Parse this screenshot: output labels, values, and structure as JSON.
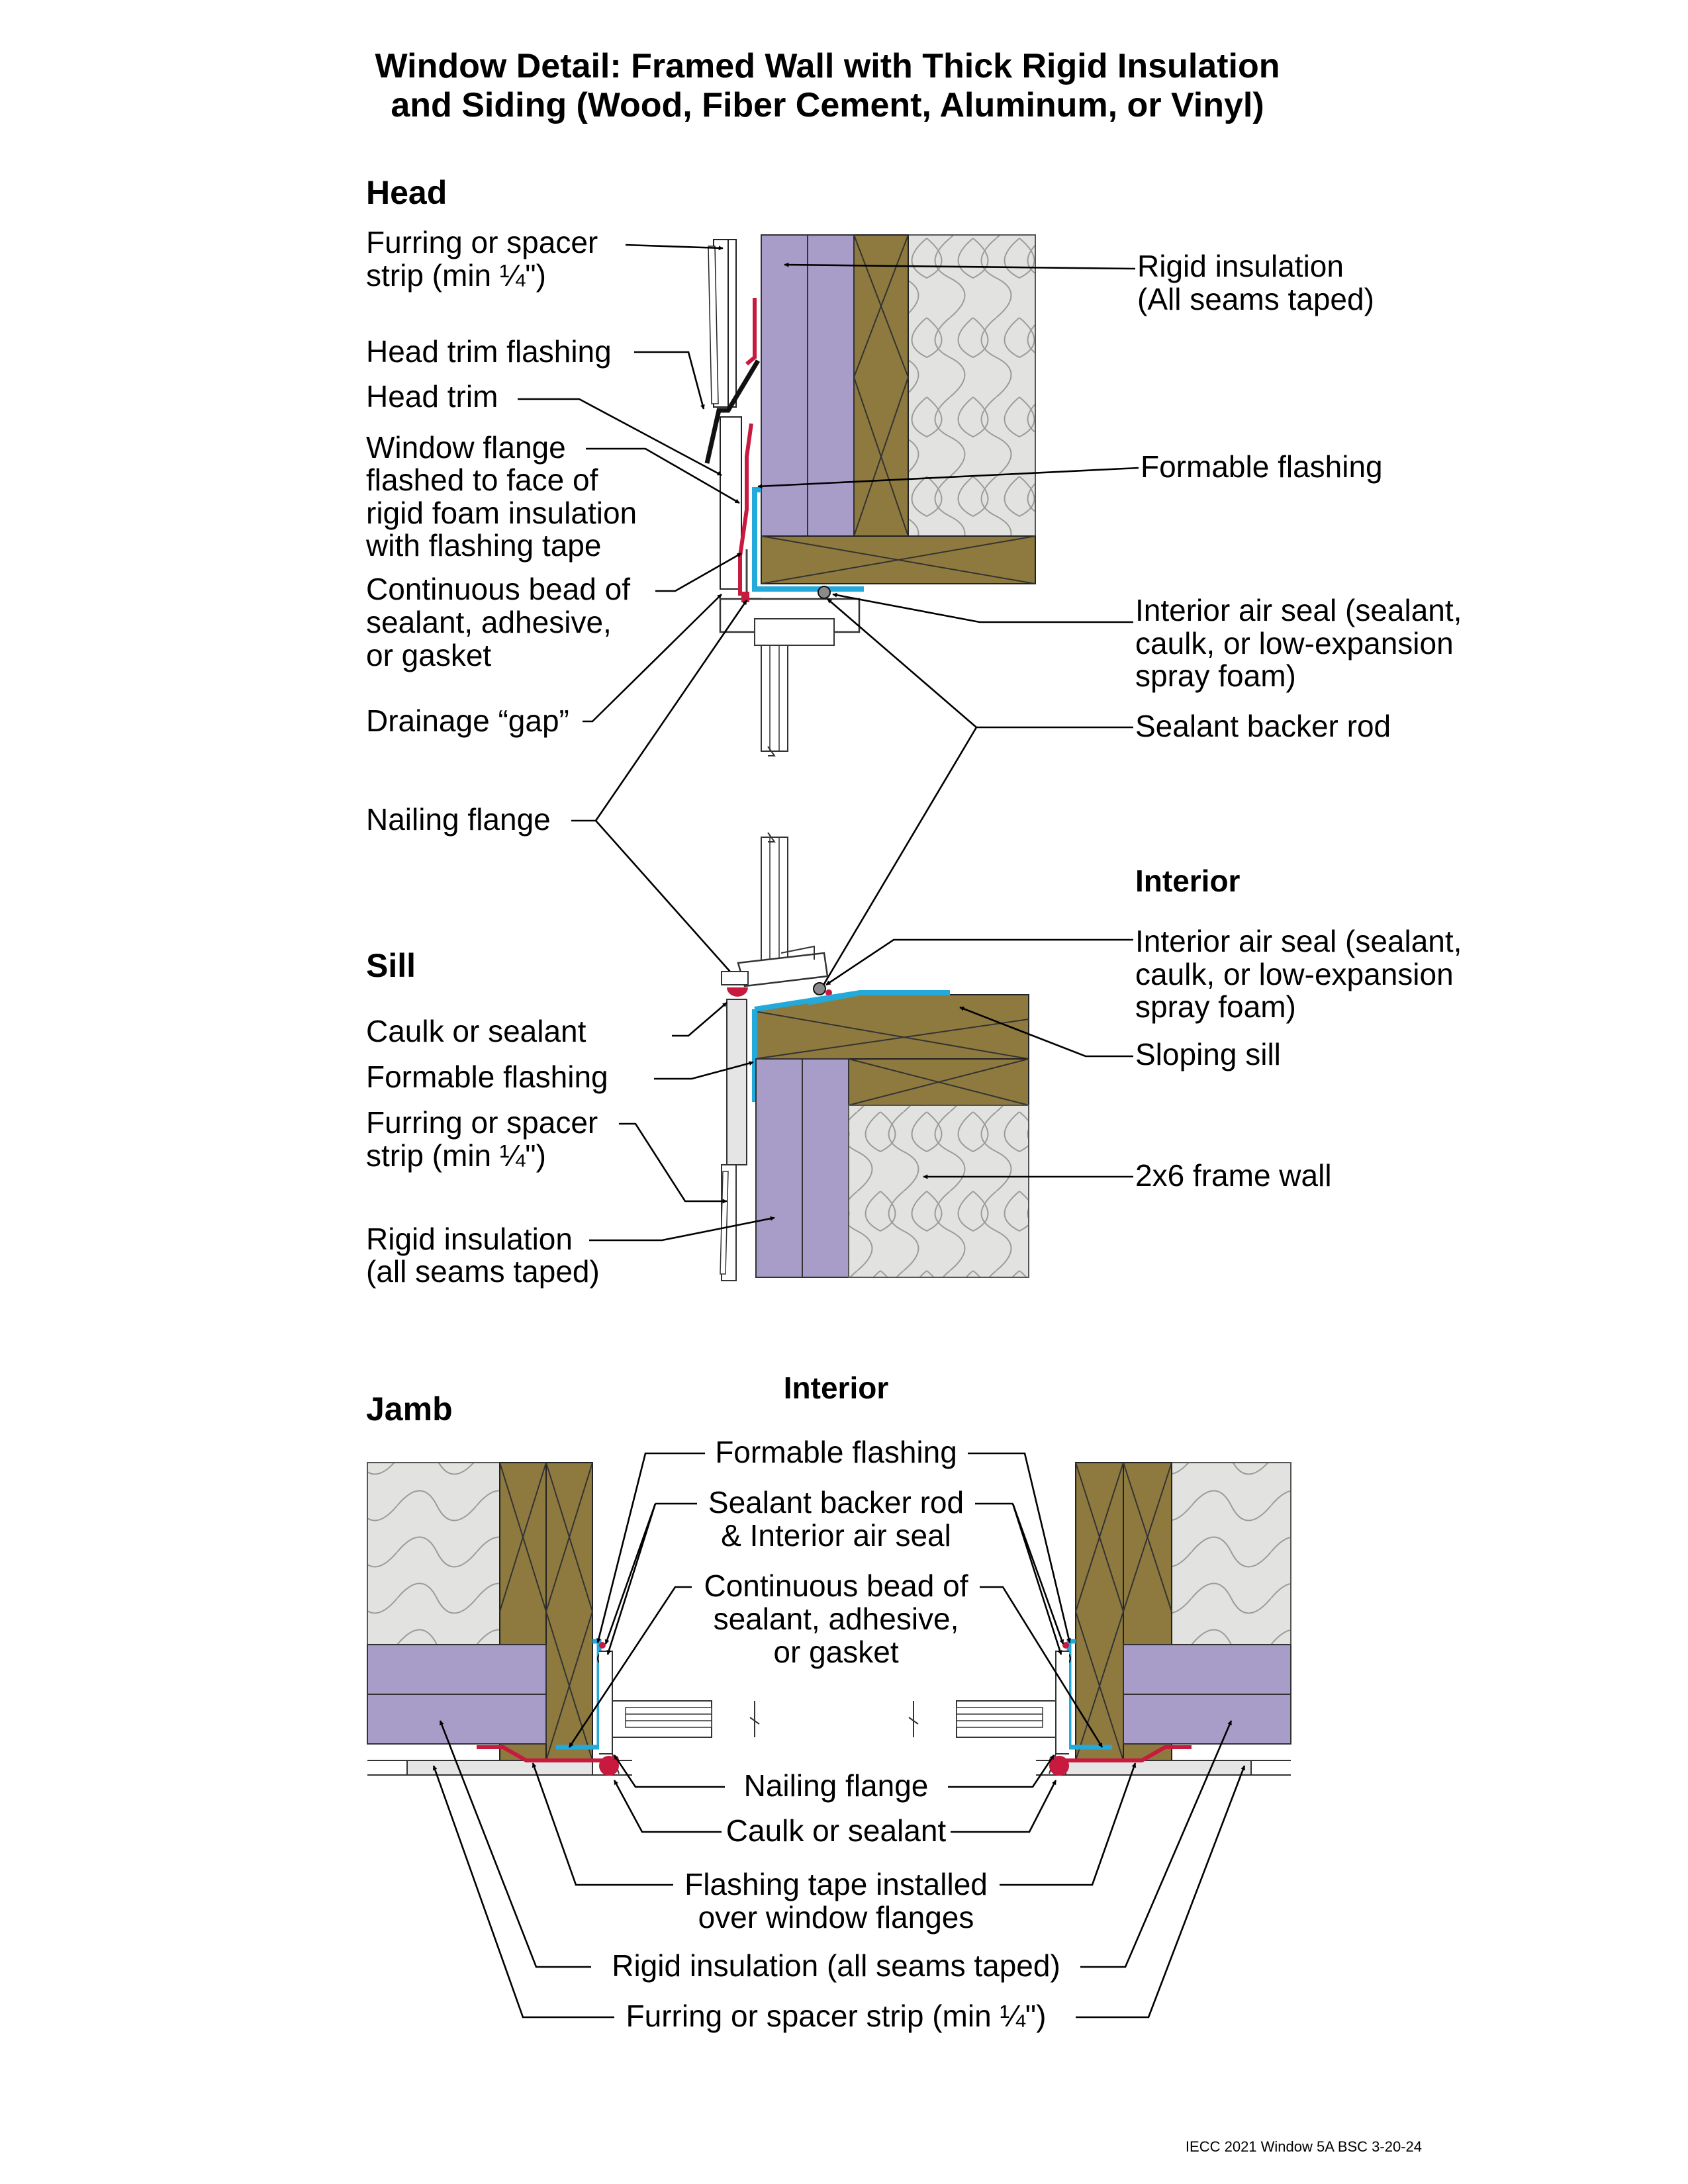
{
  "title": {
    "line1": "Window Detail: Framed Wall with Thick Rigid Insulation",
    "line2": "and Siding (Wood, Fiber Cement, Aluminum, or Vinyl)"
  },
  "colors": {
    "rigid_insulation": "#A79DC8",
    "lumber": "#8E7A3E",
    "batt_insulation": "#E2E3E1",
    "formable_flashing": "#23A9DA",
    "flashing_tape": "#C8193E",
    "trim_metal": "#1a1a1a"
  },
  "head": {
    "heading": "Head",
    "labels": {
      "furring_1": "Furring or spacer",
      "furring_2": "strip (min ¼\")",
      "trim_flashing": "Head trim flashing",
      "trim": "Head trim",
      "flange_1": "Window flange",
      "flange_2": "flashed to face of",
      "flange_3": "rigid foam insulation",
      "flange_4": "with flashing tape",
      "bead_1": "Continuous bead of",
      "bead_2": "sealant, adhesive,",
      "bead_3": "or gasket",
      "drainage": "Drainage “gap”",
      "rigid_1": "Rigid insulation",
      "rigid_2": "(All seams taped)",
      "formable": "Formable flashing",
      "air_1": "Interior air seal (sealant,",
      "air_2": "caulk, or low-expansion",
      "air_3": "spray foam)",
      "backer": "Sealant backer rod"
    }
  },
  "nailing_flange": "Nailing flange",
  "sill": {
    "heading": "Sill",
    "interior": "Interior",
    "labels": {
      "caulk": "Caulk or sealant",
      "formable": "Formable flashing",
      "furring_1": "Furring or spacer",
      "furring_2": "strip (min ¼\")",
      "rigid_1": "Rigid insulation",
      "rigid_2": "(all seams taped)",
      "air_1": "Interior air seal (sealant,",
      "air_2": "caulk, or low-expansion",
      "air_3": "spray foam)",
      "sloping": "Sloping sill",
      "frame": "2x6 frame wall"
    }
  },
  "jamb": {
    "heading": "Jamb",
    "interior": "Interior",
    "labels": {
      "formable": "Formable flashing",
      "backer_1": "Sealant backer rod",
      "backer_2": "& Interior air seal",
      "bead_1": "Continuous bead of",
      "bead_2": "sealant, adhesive,",
      "bead_3": "or gasket",
      "nailing": "Nailing flange",
      "caulk": "Caulk or sealant",
      "tape_1": "Flashing tape installed",
      "tape_2": "over window flanges",
      "rigid": "Rigid insulation (all seams taped)",
      "furring": "Furring or spacer strip (min ¼\")"
    }
  },
  "footer": "IECC 2021 Window 5A BSC 3-20-24"
}
